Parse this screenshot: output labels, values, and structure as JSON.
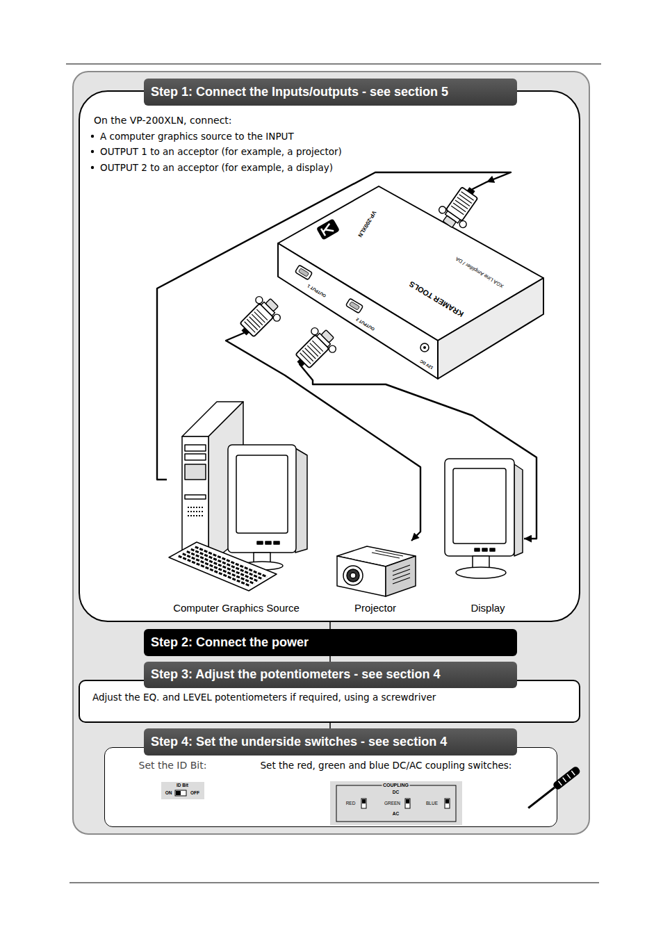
{
  "diagram": {
    "nodes": [
      {
        "text": [
          "Step 1: Connect the Inputs/outputs - see section 5"
        ]
      },
      {
        "text": [
          "On the VP-200XLN, connect:",
          "A computer graphics source to the INPUT",
          "OUTPUT 1 to an acceptor (for example, a projector)",
          "OUTPUT 2 to an acceptor (for example, a display)"
        ]
      },
      {
        "text": [
          "VP-200XLN",
          "KRAMER TOOLS",
          "XGA Line Amplifier / DA",
          "OUTPUT 1",
          "OUTPUT 2",
          "12V DC"
        ],
        "in": 1
      },
      {
        "text": [
          "Computer Graphics Source"
        ],
        "in": 1
      },
      {
        "text": [
          "Projector"
        ],
        "in": 1
      },
      {
        "text": [
          "Display"
        ],
        "in": 1
      },
      {
        "text": [
          "Step 2: Connect the power"
        ]
      },
      {
        "text": [
          "Step 3: Adjust the potentiometers - see section 4"
        ]
      },
      {
        "text": [
          "Adjust the EQ. and LEVEL potentiometers if required, using a screwdriver"
        ]
      },
      {
        "text": [
          "Step 4: Set the underside switches - see section 4"
        ]
      },
      {
        "text": [
          "Set the ID Bit:",
          "Set the red, green and blue DC/AC coupling switches:"
        ]
      },
      {
        "text": [
          "ID Bit",
          "ON",
          "OFF"
        ],
        "in": 10
      },
      {
        "text": [
          "COUPLING",
          "DC",
          "RED",
          "GREEN",
          "BLUE",
          "AC"
        ],
        "in": 10
      }
    ],
    "edges": [
      {
        "from": 3,
        "to": 2,
        "arrow": "to"
      },
      {
        "from": 2,
        "to": 4,
        "arrow": "to"
      },
      {
        "from": 2,
        "to": 5,
        "arrow": "to"
      },
      {
        "from": 1,
        "to": 6,
        "arrow": "none"
      },
      {
        "from": 6,
        "to": 7,
        "arrow": "none"
      },
      {
        "from": 8,
        "to": 9,
        "arrow": "none"
      }
    ]
  }
}
